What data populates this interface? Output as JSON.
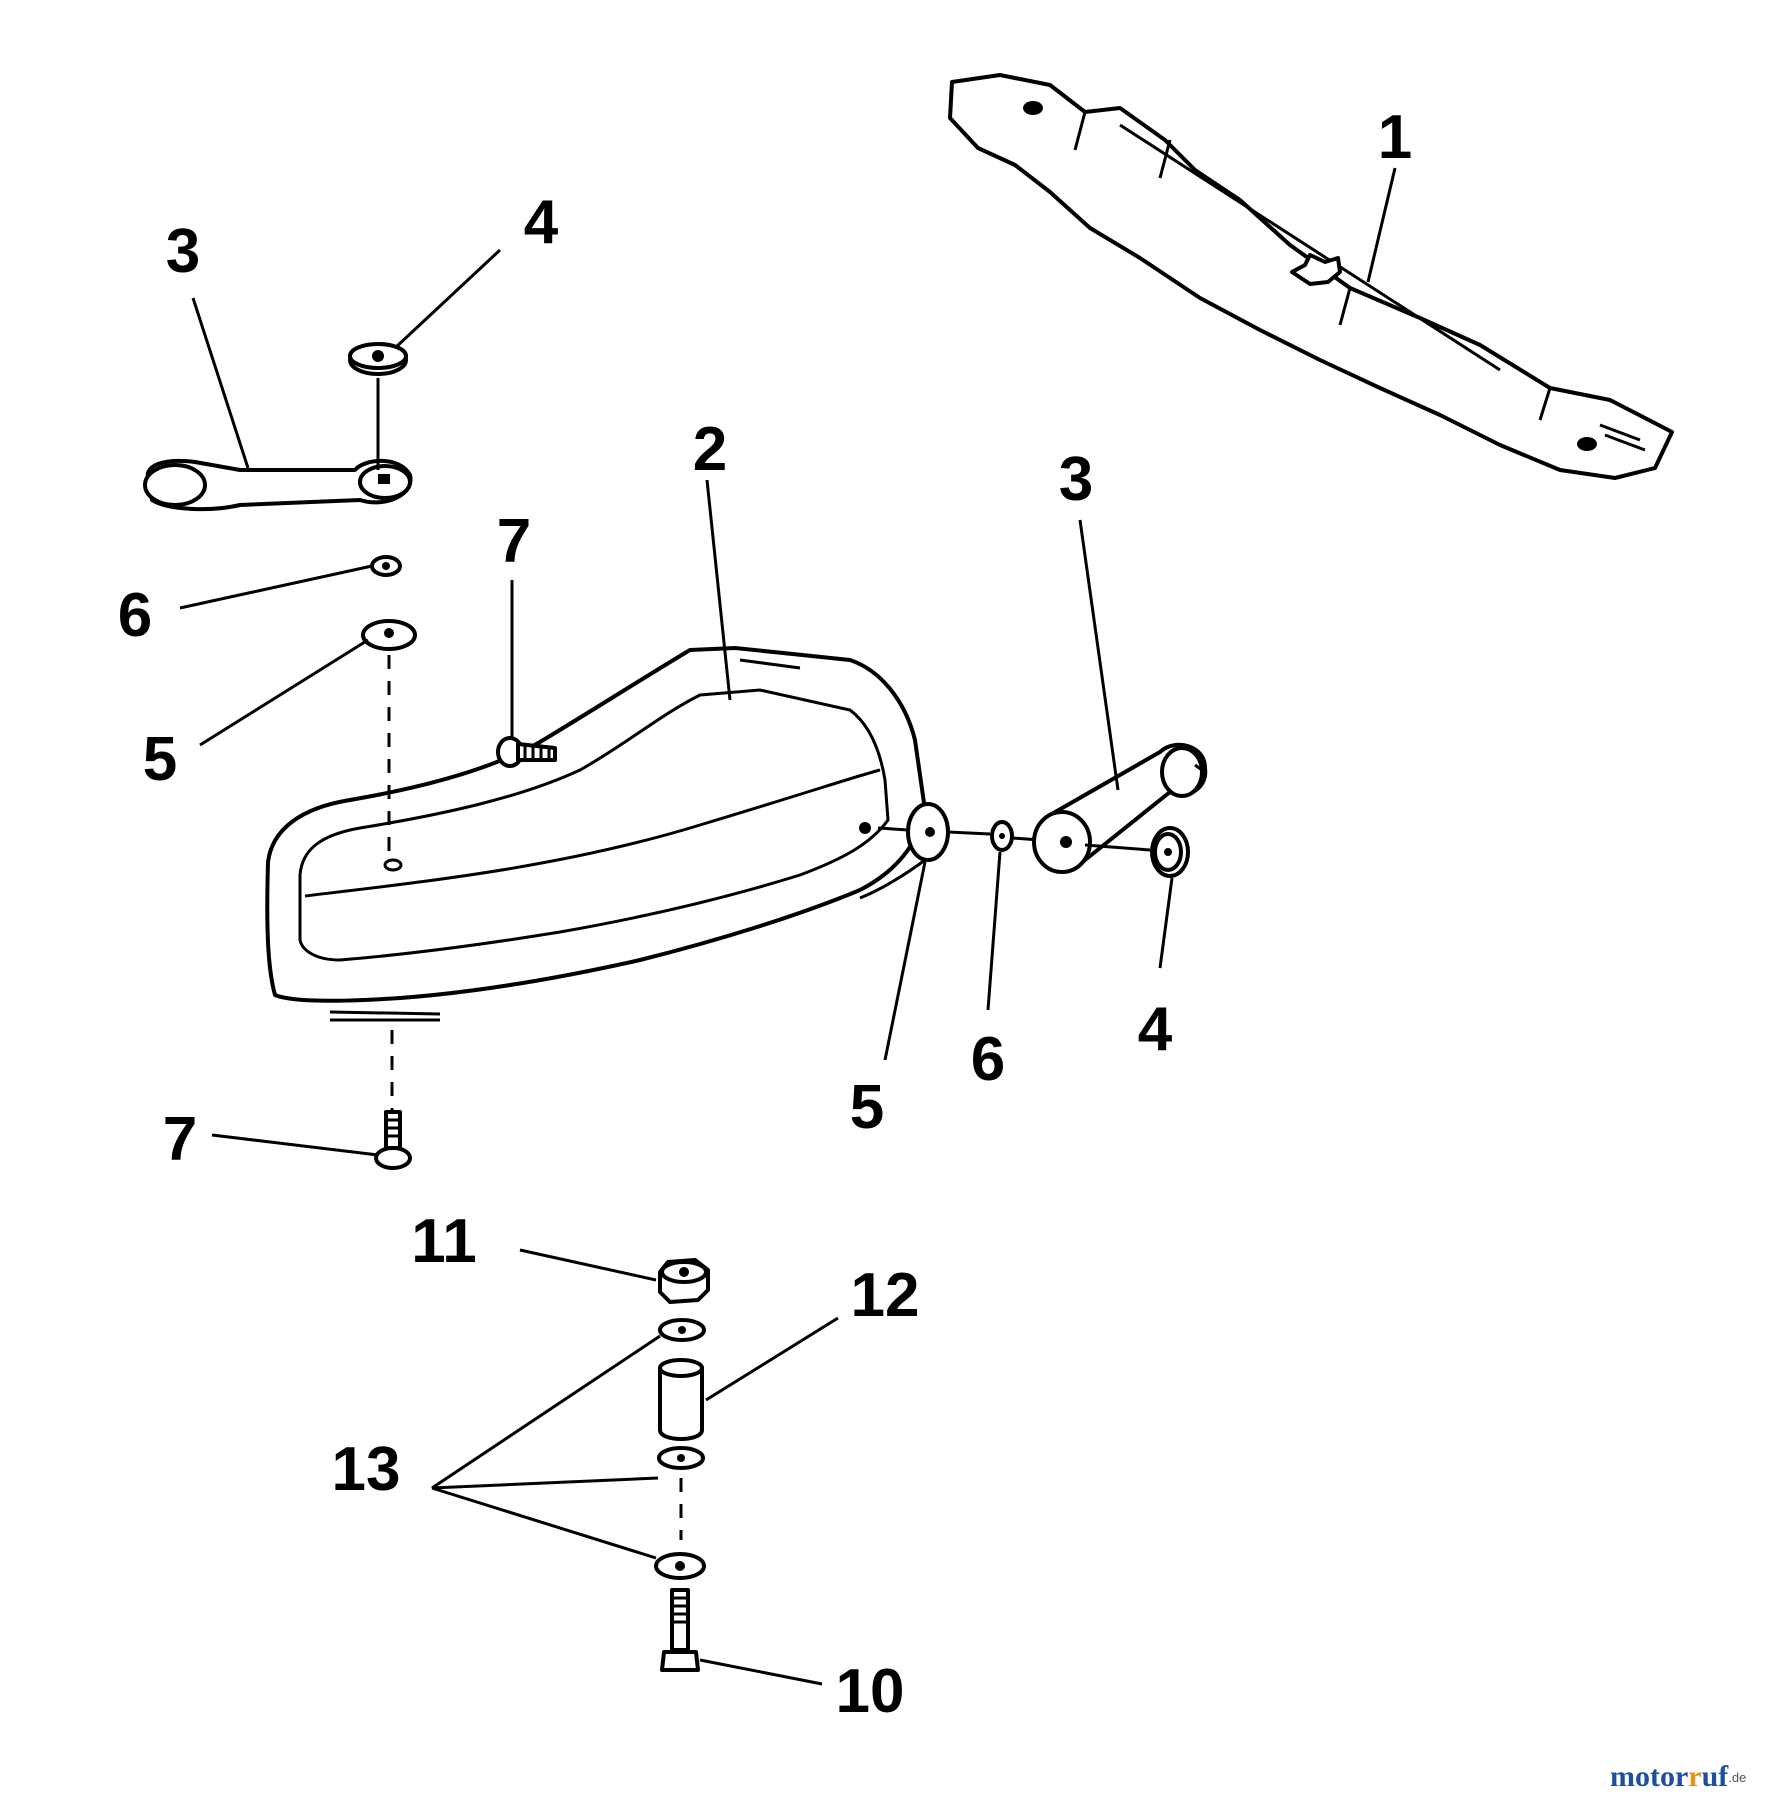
{
  "callouts": {
    "c1": "1",
    "c2": "2",
    "c3a": "3",
    "c3b": "3",
    "c4a": "4",
    "c4b": "4",
    "c5a": "5",
    "c5b": "5",
    "c6a": "6",
    "c6b": "6",
    "c7a": "7",
    "c7b": "7",
    "c10": "10",
    "c11": "11",
    "c12": "12",
    "c13": "13"
  },
  "watermark": {
    "brand_a": "motor",
    "brand_b": "uf",
    "brand_r": "r",
    "tld": ".de"
  }
}
